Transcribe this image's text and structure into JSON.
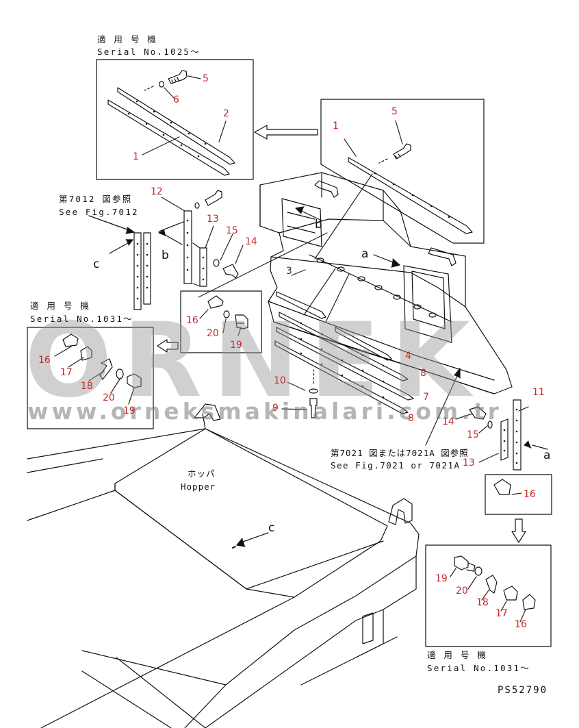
{
  "watermark": {
    "brand": "ORNEK",
    "url": "www.orneksmakinalari.com.tr"
  },
  "notes": {
    "applicable_1": "適 用 号 機",
    "serial_1025": "Serial No.1025～",
    "fig7012_jp": "第7012 図参照",
    "fig7012_en": "See Fig.7012",
    "applicable_2": "適 用 号 機",
    "serial_1031_a": "Serial No.1031～",
    "fig7021_jp": "第7021 図または7021A 図参照",
    "fig7021_en": "See Fig.7021 or 7021A",
    "applicable_3": "適 用 号 機",
    "serial_1031_b": "Serial No.1031～",
    "hopper_jp": "ホッパ",
    "hopper_en": "Hopper"
  },
  "view_labels": {
    "a": "a",
    "b": "b",
    "c": "c"
  },
  "part_numbers": [
    "1",
    "2",
    "3",
    "4",
    "5",
    "6",
    "7",
    "8",
    "9",
    "10",
    "11",
    "12",
    "13",
    "14",
    "15",
    "16",
    "17",
    "18",
    "19",
    "20"
  ],
  "drawing_code": "PS52790"
}
